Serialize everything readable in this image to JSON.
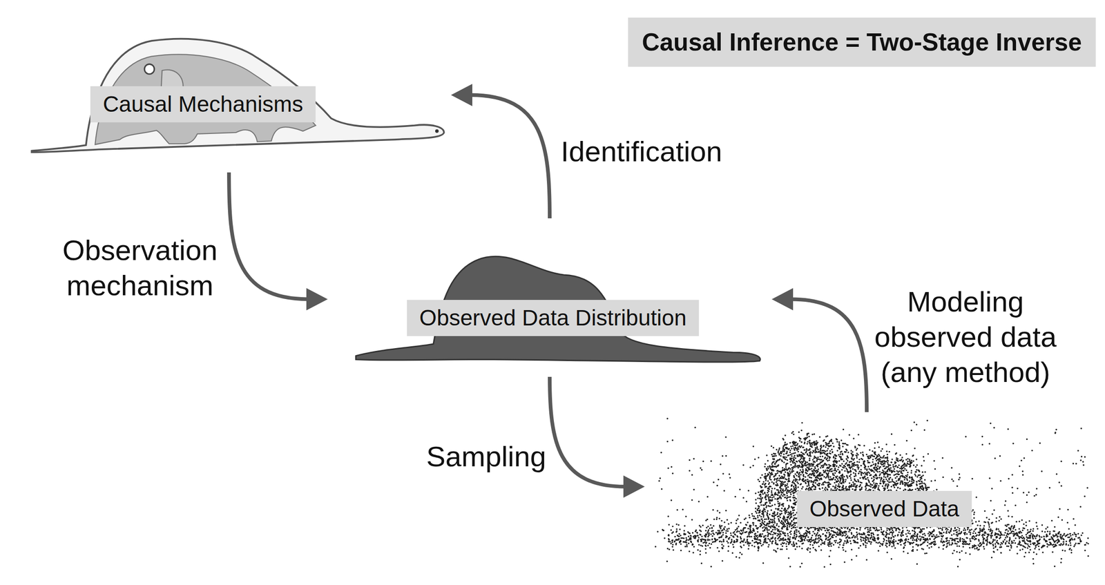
{
  "diagram": {
    "title": "Causal Inference = Two-Stage Inverse",
    "nodes": [
      {
        "text": [
          "Causal Mechanisms"
        ]
      },
      {
        "text": [
          "Observed Data Distribution"
        ]
      },
      {
        "text": [
          "Observed Data"
        ]
      }
    ],
    "edges": [
      {
        "from": 0,
        "to": 1,
        "arrow": "to",
        "label": "Observation mechanism"
      },
      {
        "from": 1,
        "to": 0,
        "arrow": "to",
        "label": "Identification"
      },
      {
        "from": 1,
        "to": 2,
        "arrow": "to",
        "label": "Sampling"
      },
      {
        "from": 2,
        "to": 1,
        "arrow": "to",
        "label": "Modeling observed data (any method)"
      }
    ]
  }
}
